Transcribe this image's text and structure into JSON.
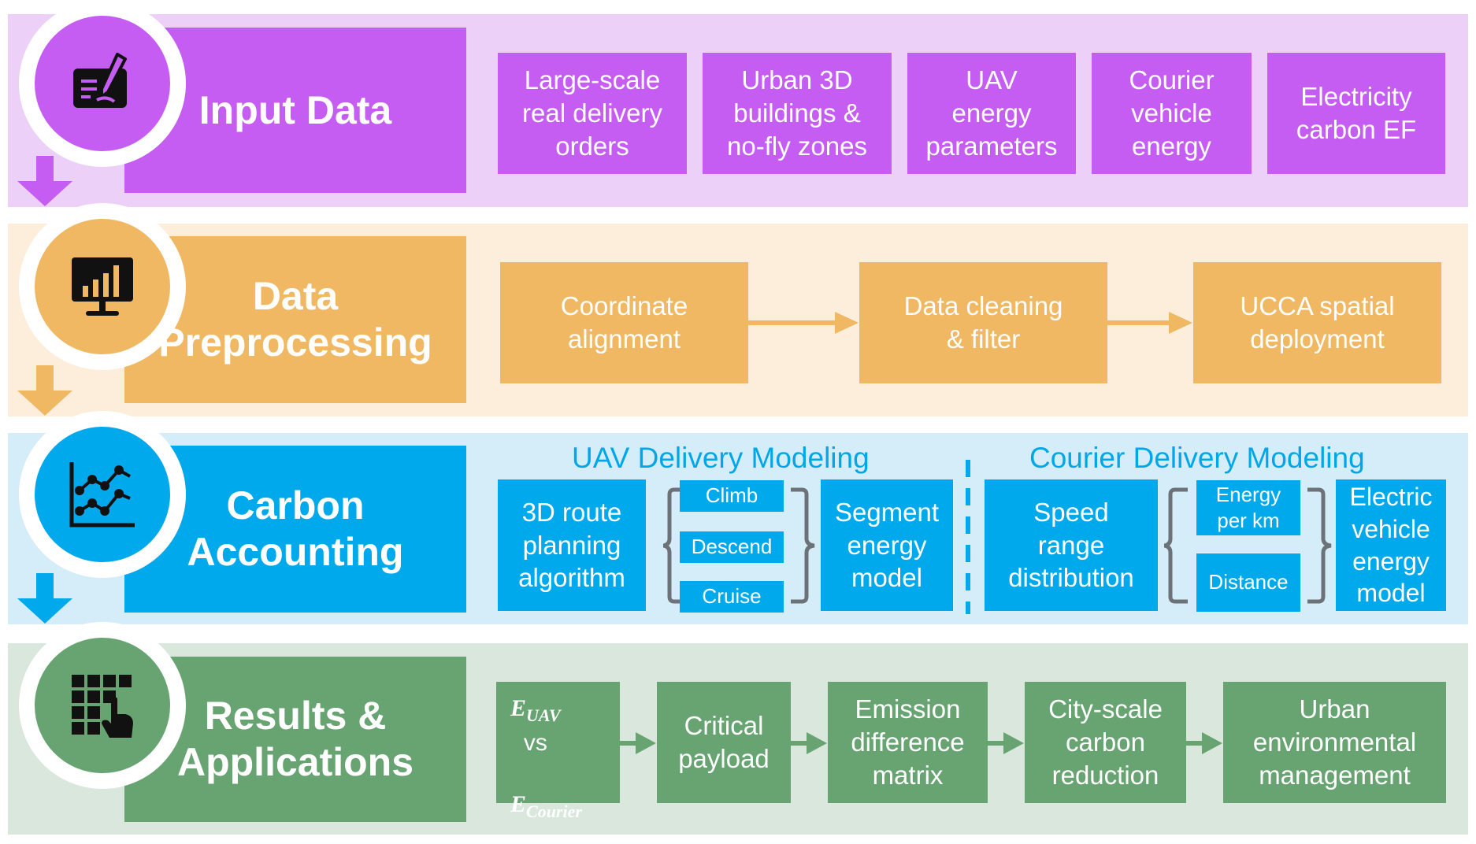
{
  "colors": {
    "purple": "#c65df3",
    "purple_band": "#ecd0f8",
    "orange": "#f0b862",
    "orange_band": "#fdeedc",
    "blue": "#00a9ec",
    "blue_band": "#d4edf9",
    "green": "#68a472",
    "green_band": "#d9e7dc",
    "arrow_gray": "#6d7278"
  },
  "rows": [
    {
      "title": "Input Data",
      "icon": "pen-writing-icon",
      "boxes": [
        "Large-scale\nreal delivery\norders",
        "Urban 3D\nbuildings &\nno-fly zones",
        "UAV\nenergy\nparameters",
        "Courier\nvehicle\nenergy",
        "Electricity\ncarbon EF"
      ]
    },
    {
      "title": "Data\nPreprocessing",
      "icon": "bar-chart-monitor-icon",
      "boxes": [
        "Coordinate\nalignment",
        "Data cleaning\n& filter",
        "UCCA spatial\ndeployment"
      ]
    },
    {
      "title": "Carbon\nAccounting",
      "icon": "line-chart-icon",
      "uav": {
        "heading": "UAV Delivery Modeling",
        "route": "3D route\nplanning\nalgorithm",
        "phases": [
          "Climb",
          "Descend",
          "Cruise"
        ],
        "model": "Segment\nenergy\nmodel"
      },
      "courier": {
        "heading": "Courier Delivery Modeling",
        "speed": "Speed\nrange\ndistribution",
        "factors": [
          "Energy\nper km",
          "Distance"
        ],
        "model": "Electric\nvehicle\nenergy\nmodel"
      }
    },
    {
      "title": "Results &\nApplications",
      "icon": "grid-touch-icon",
      "compare": {
        "e": "E",
        "uav_sub": "UAV",
        "vs": "vs",
        "courier_sub": "Courier"
      },
      "boxes": [
        "Critical\npayload",
        "Emission\ndifference\nmatrix",
        "City-scale\ncarbon\nreduction",
        "Urban\nenvironmental\nmanagement"
      ]
    }
  ]
}
